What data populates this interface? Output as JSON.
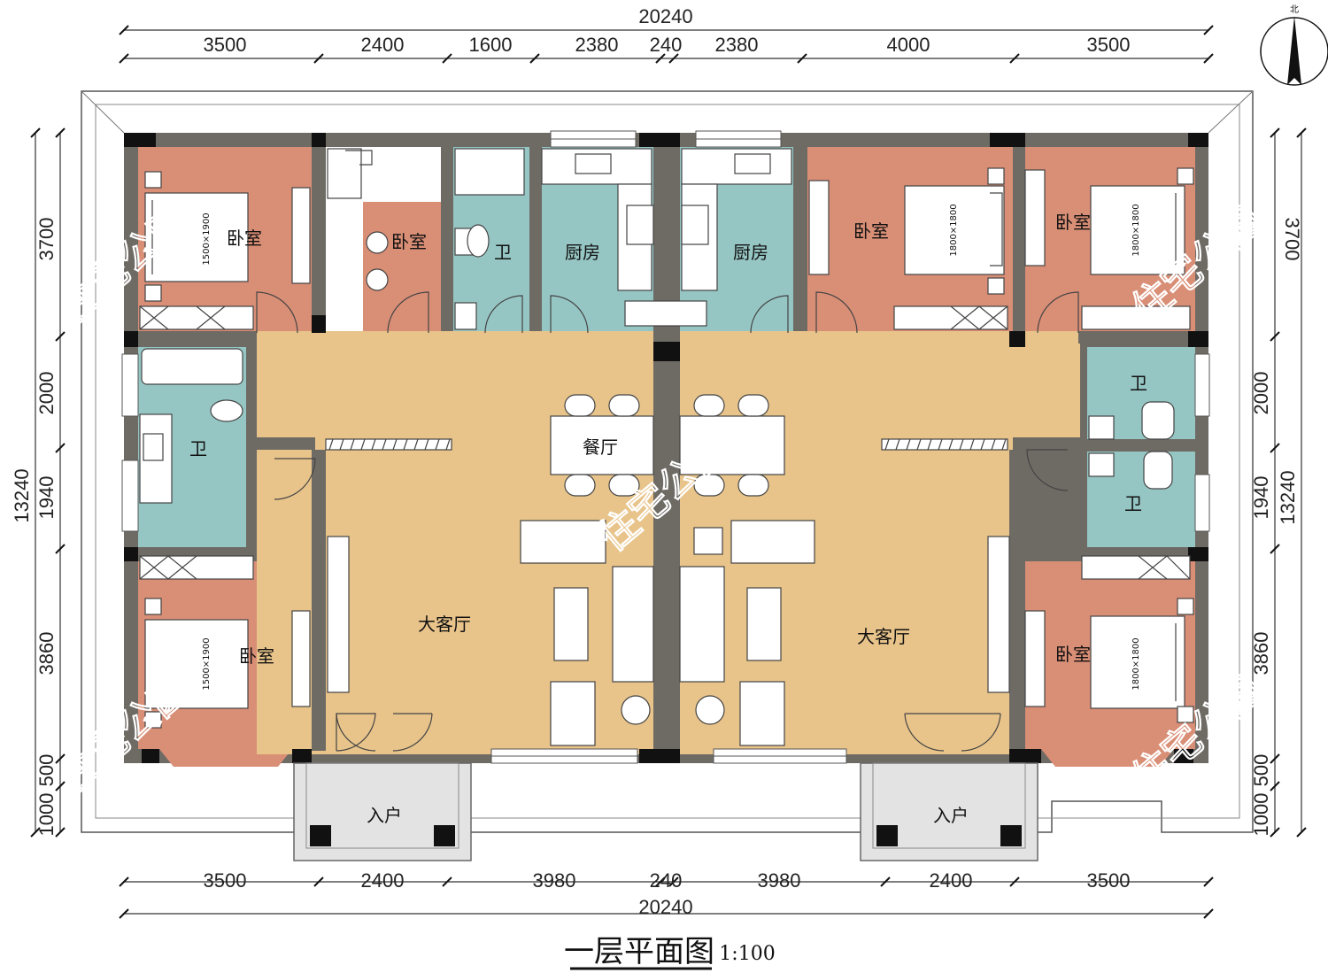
{
  "title": "一层平面图",
  "scale": "1:100",
  "north": "北",
  "watermark": "住宅公园",
  "dims": {
    "top_total": "20240",
    "top": [
      "3500",
      "2400",
      "1600",
      "2380",
      "240",
      "2380",
      "4000",
      "3500"
    ],
    "bottom": [
      "3500",
      "2400",
      "3980",
      "240",
      "3980",
      "2400",
      "3500"
    ],
    "bottom_total": "20240",
    "left": [
      "3700",
      "2000",
      "1940",
      "3860",
      "500",
      "1000"
    ],
    "left_total": "13240",
    "right": [
      "3700",
      "2000",
      "1940",
      "3860",
      "500",
      "1000"
    ],
    "right_total": "13240"
  },
  "rooms": {
    "bedroom": "卧室",
    "bath": "卫",
    "kitchen": "厨房",
    "dining": "餐厅",
    "living": "大客厅",
    "entry": "入户"
  },
  "bed_labels": {
    "small": "1500×1900",
    "large": "1800×1800"
  },
  "colors": {
    "bedroom": "#d98e76",
    "bath": "#96c6c4",
    "living": "#e8c48b",
    "porch": "#e3e3e3",
    "wall": "#6e6a64",
    "column": "#111111"
  }
}
